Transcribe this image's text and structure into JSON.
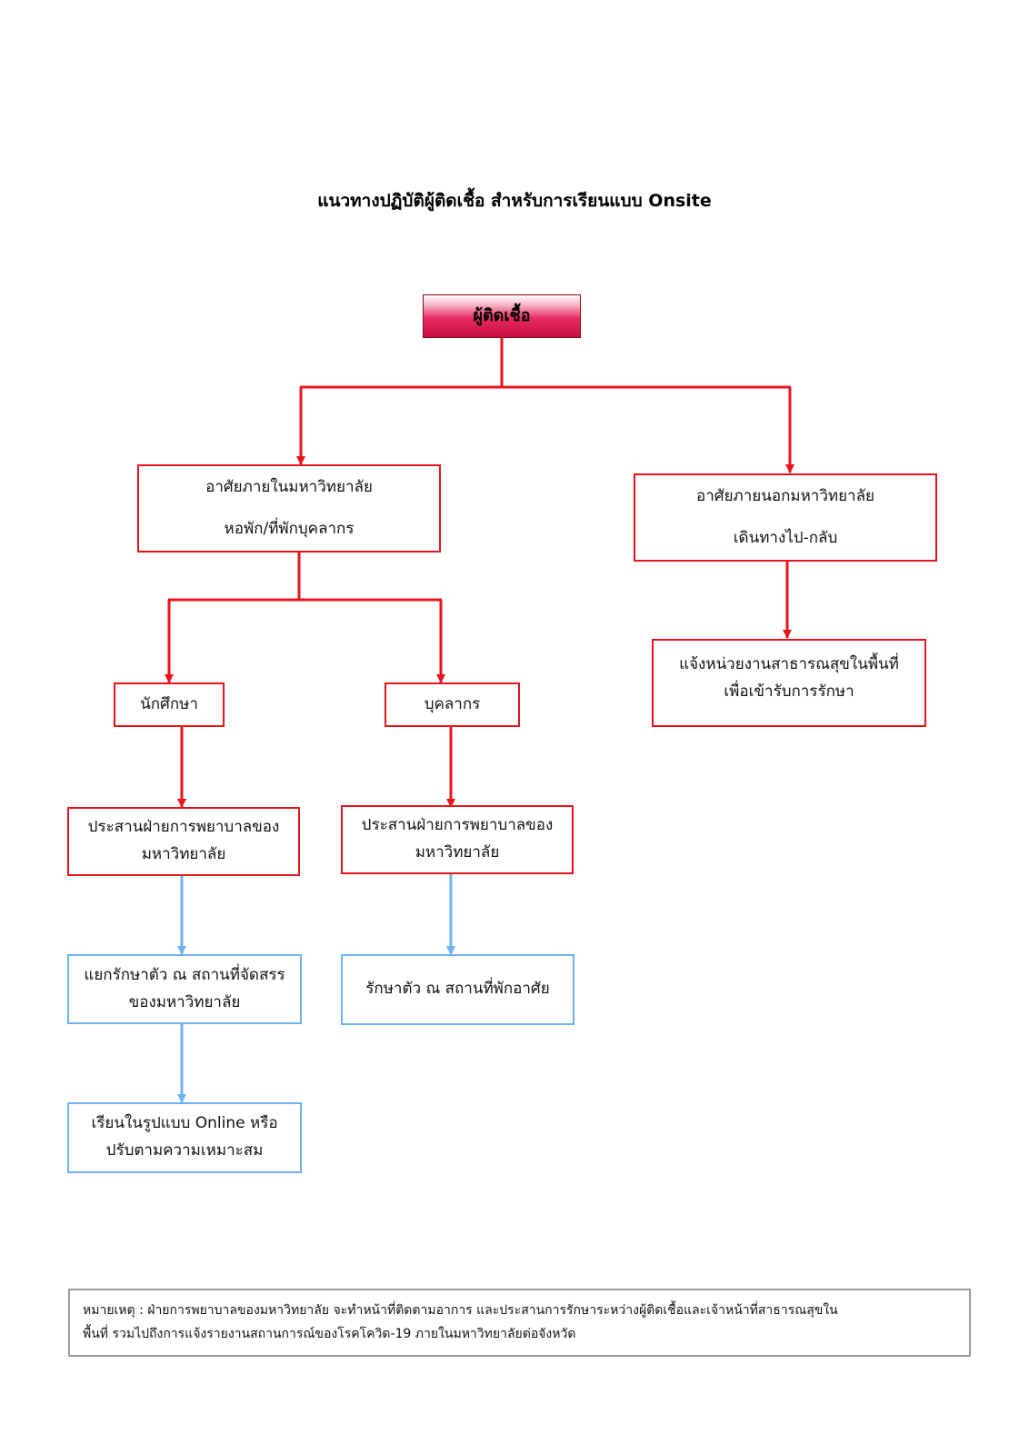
{
  "title": "แนวทางปฏิบัติผู้ติดเชื้อ สำหรับการเรียนแบบ Onsite",
  "nodes": {
    "infected": "ผู้ติดเชื้อ",
    "inside_line1": "อาศัยภายในมหาวิทยาลัย",
    "inside_line2": "หอพัก/ที่พักบุคลากร",
    "outside_line1": "อาศัยภายนอกมหาวิทยาลัย",
    "outside_line2": "เดินทางไป-กลับ",
    "notify_line1": "แจ้งหน่วยงานสาธารณสุขในพื้นที่",
    "notify_line2": "เพื่อเข้ารับการรักษา",
    "student": "นักศึกษา",
    "staff": "บุคลากร",
    "coord_student_line1": "ประสานฝ่ายการพยาบาลของ",
    "coord_student_line2": "มหาวิทยาลัย",
    "coord_staff_line1": "ประสานฝ่ายการพยาบาลของ",
    "coord_staff_line2": "มหาวิทยาลัย",
    "isolate_line1": "แยกรักษาตัว ณ สถานที่จัดสรร",
    "isolate_line2": "ของมหาวิทยาลัย",
    "treat_home": "รักษาตัว ณ สถานที่พักอาศัย",
    "online_line1": "เรียนในรูปแบบ Online หรือ",
    "online_line2": "ปรับตามความเหมาะสม"
  },
  "note": {
    "line1": "หมายเหตุ : ฝ่ายการพยาบาลของมหาวิทยาลัย จะทำหน้าที่ติดตามอาการ และประสานการรักษาระหว่างผู้ติดเชื้อและเจ้าหน้าที่สาธารณสุขใน",
    "line2": "พื้นที่ รวมไปถึงการแจ้งรายงานสถานการณ์ของโรคโควิด-19 ภายในมหาวิทยาลัยต่อจังหวัด"
  },
  "colors": {
    "red_connector": "#e8141d",
    "blue_connector": "#6db3f2",
    "root_fill": "#e82a62",
    "note_border": "#9c9c9c"
  }
}
